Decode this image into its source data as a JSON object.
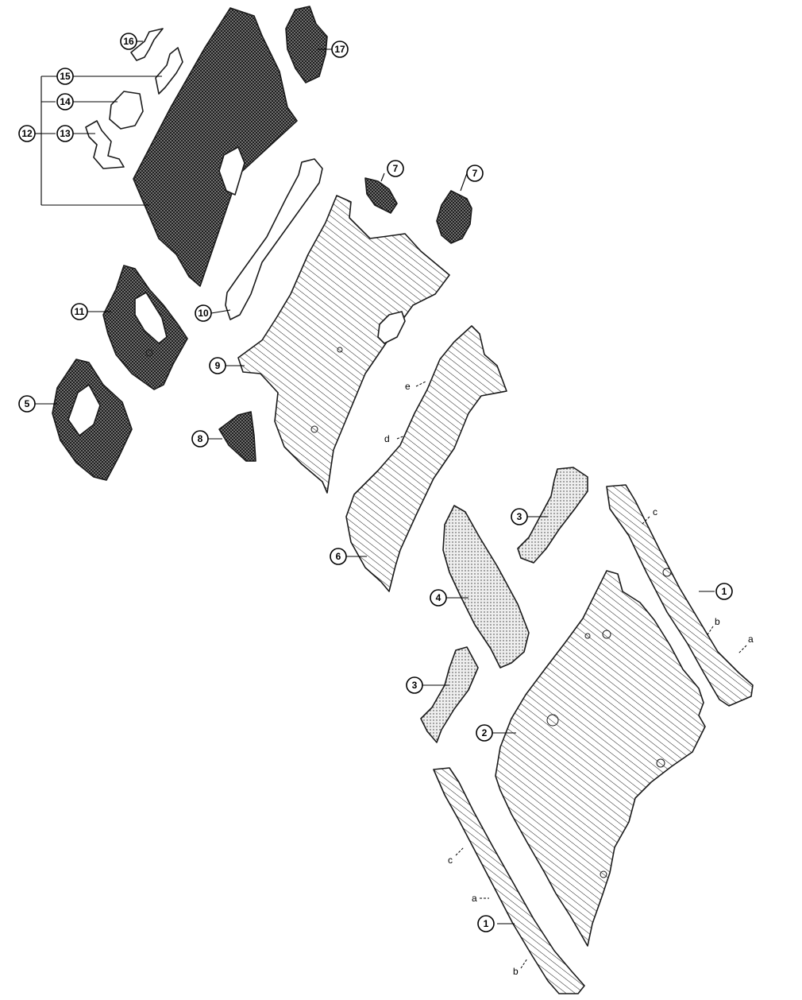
{
  "diagram": {
    "callouts": [
      {
        "id": "c1a",
        "label": "1"
      },
      {
        "id": "c1b",
        "label": "1"
      },
      {
        "id": "c2",
        "label": "2"
      },
      {
        "id": "c3a",
        "label": "3"
      },
      {
        "id": "c3b",
        "label": "3"
      },
      {
        "id": "c4",
        "label": "4"
      },
      {
        "id": "c5",
        "label": "5"
      },
      {
        "id": "c6",
        "label": "6"
      },
      {
        "id": "c7a",
        "label": "7"
      },
      {
        "id": "c7b",
        "label": "7"
      },
      {
        "id": "c8",
        "label": "8"
      },
      {
        "id": "c9",
        "label": "9"
      },
      {
        "id": "c10",
        "label": "10"
      },
      {
        "id": "c11",
        "label": "11"
      },
      {
        "id": "c12",
        "label": "12"
      },
      {
        "id": "c13",
        "label": "13"
      },
      {
        "id": "c14",
        "label": "14"
      },
      {
        "id": "c15",
        "label": "15"
      },
      {
        "id": "c16",
        "label": "16"
      },
      {
        "id": "c17",
        "label": "17"
      }
    ],
    "letters": {
      "a1": "a",
      "b1": "b",
      "c1": "c",
      "a2": "a",
      "b2": "b",
      "c2": "c",
      "d": "d",
      "e": "e"
    },
    "shading": {
      "hatched": "#ffffff",
      "dotted": "#e6e6e6",
      "crosshatched": "#4d4d4d",
      "outline": "#1a1a1a"
    }
  }
}
